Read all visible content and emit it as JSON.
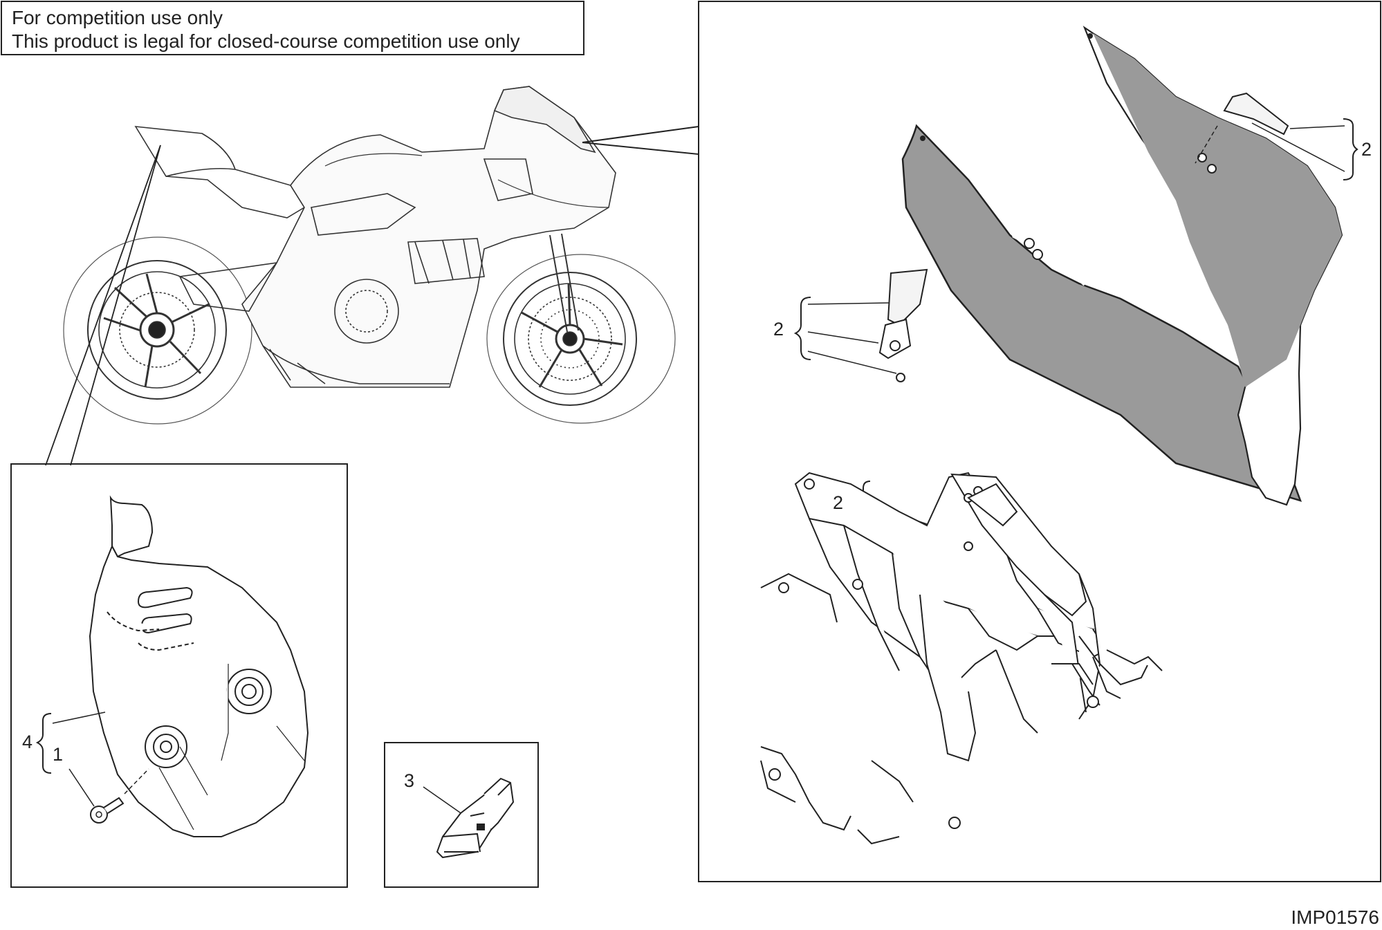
{
  "notice": {
    "line1": "For competition use only",
    "line2": "This product is legal for closed-course competition use only"
  },
  "callouts": {
    "windscreen_sticker": "2",
    "mirror_plate": "2",
    "bracket_screw": "2",
    "heel_guard_kit": "4",
    "heel_guard_screw": "1",
    "connector": "3"
  },
  "drawing_code": "IMP01576"
}
